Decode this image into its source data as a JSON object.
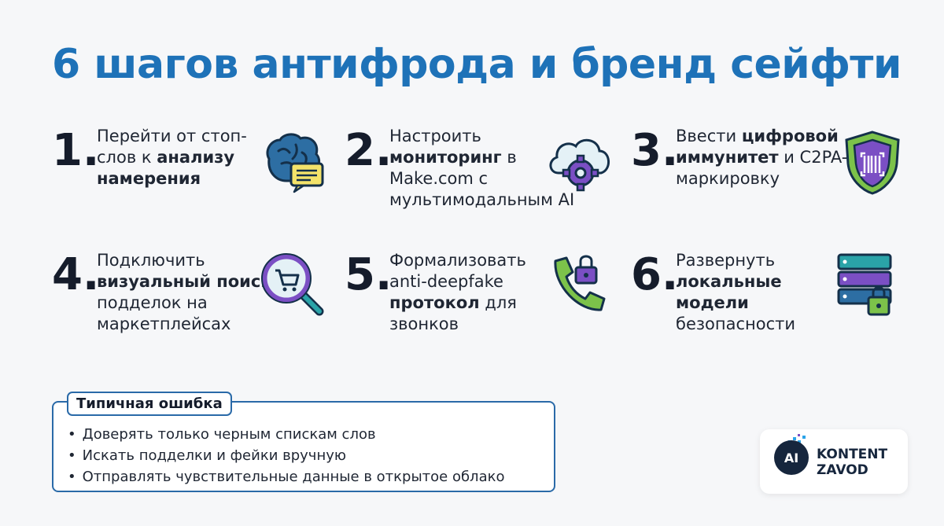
{
  "title": "6 шагов антифрода и бренд сейфти",
  "steps": [
    {
      "num": "1.",
      "parts": [
        "Перейти от стоп-слов к ",
        "анализу намерения",
        ""
      ],
      "icon": "brain-chat-icon"
    },
    {
      "num": "2.",
      "parts": [
        "Настроить ",
        "мониторинг",
        " в Make.com с мультимодальным AI"
      ],
      "icon": "cloud-gear-icon"
    },
    {
      "num": "3.",
      "parts": [
        "Ввести ",
        "цифровой иммунитет",
        " и C2PA-маркировку"
      ],
      "icon": "shield-barcode-icon"
    },
    {
      "num": "4.",
      "parts": [
        "Подключить ",
        "визуальный поиск",
        " подделок на маркетплейсах"
      ],
      "icon": "magnifier-cart-icon"
    },
    {
      "num": "5.",
      "parts": [
        "Формализовать anti-deepfake ",
        "протокол",
        " для звонков"
      ],
      "icon": "phone-lock-icon"
    },
    {
      "num": "6.",
      "parts": [
        "Развернуть ",
        "локальные модели",
        " безопасности"
      ],
      "icon": "server-lock-icon"
    }
  ],
  "mistake": {
    "label": "Типичная ошибка",
    "items": [
      "Доверять только черным спискам слов",
      "Искать подделки и фейки вручную",
      "Отправлять чувствительные данные в открытое облако"
    ]
  },
  "logo": {
    "badge": "AI",
    "line1": "KONTENT",
    "line2": "ZAVOD"
  },
  "colors": {
    "accent": "#1e72b8",
    "purple": "#7b4fc4",
    "teal": "#2aa3a8",
    "green": "#7cc24a"
  }
}
